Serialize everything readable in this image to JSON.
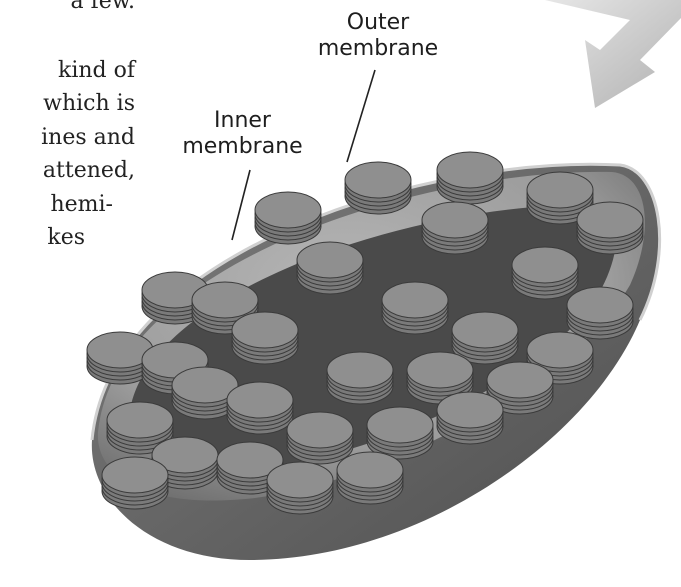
{
  "body_text": {
    "lines": [
      "a few.",
      "kind of",
      "which is",
      "ines and",
      "attened,",
      "hemi-",
      "kes"
    ]
  },
  "labels": {
    "outer_membrane": [
      "Outer",
      "membrane"
    ],
    "inner_membrane": [
      "Inner",
      "membrane"
    ]
  },
  "colors": {
    "bowl_fill": "#a3a3a3",
    "bowl_shadow": "#5e5e5e",
    "inner_floor": "#3c3c3c",
    "stack_fill": "#8d8d8d",
    "arrow": "#c2c2c2"
  }
}
